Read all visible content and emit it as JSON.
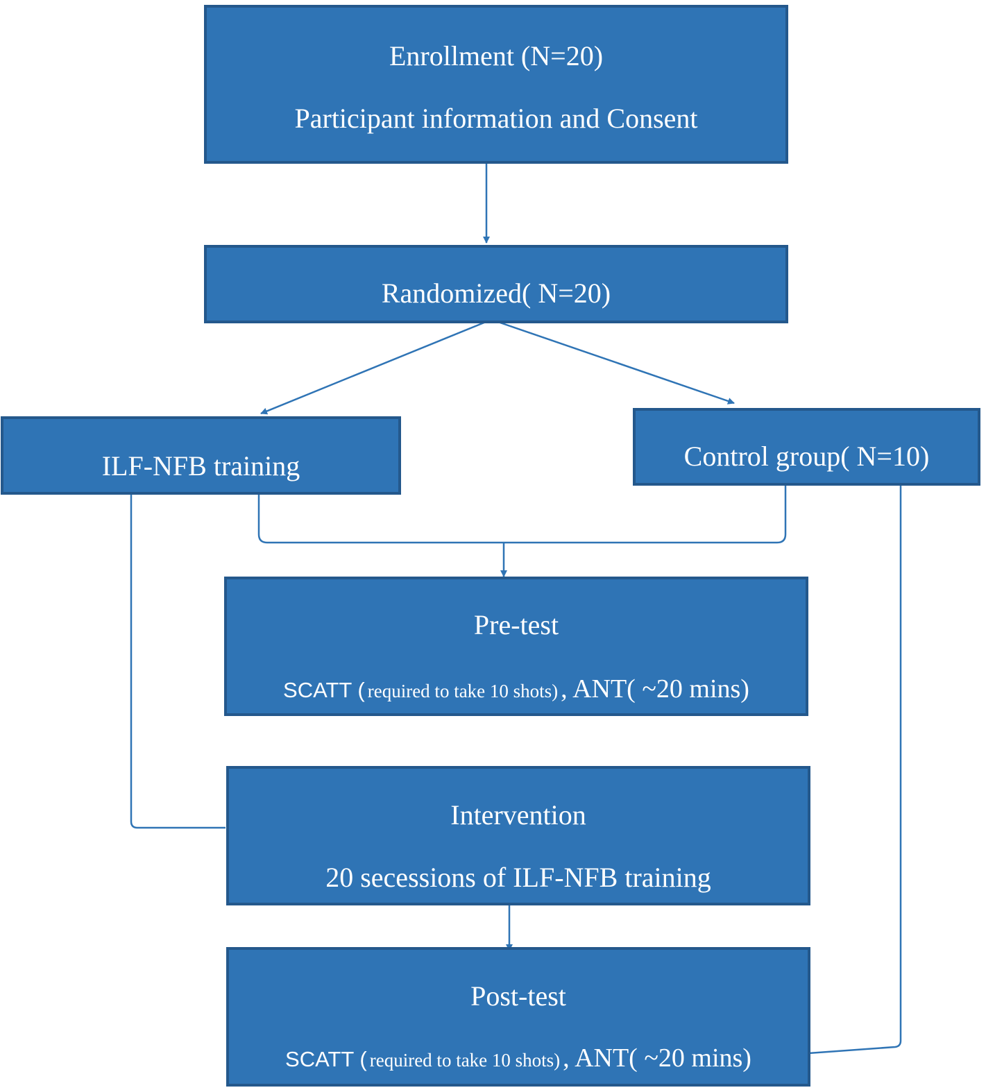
{
  "colors": {
    "box_fill": "#2f74b5",
    "box_border": "#24588c",
    "connector": "#2f74b5",
    "text": "#ffffff"
  },
  "enrollment": {
    "title": "Enrollment (N=20)",
    "subtitle": "Participant information and Consent"
  },
  "randomized": {
    "title": "Randomized( N=20)"
  },
  "ilf_nfb": {
    "title": "ILF-NFB training"
  },
  "control": {
    "title": "Control group( N=10)"
  },
  "pretest": {
    "title": "Pre-test",
    "scatt": "SCATT (",
    "scatt_note": "required to take 10 shots)",
    "ant": ", ANT( ~20 mins)"
  },
  "intervention": {
    "title": "Intervention",
    "subtitle": "20 secessions of ILF-NFB training"
  },
  "posttest": {
    "title": "Post-test",
    "scatt": "SCATT (",
    "scatt_note": "required to take 10 shots)",
    "ant": ", ANT( ~20 mins)"
  }
}
